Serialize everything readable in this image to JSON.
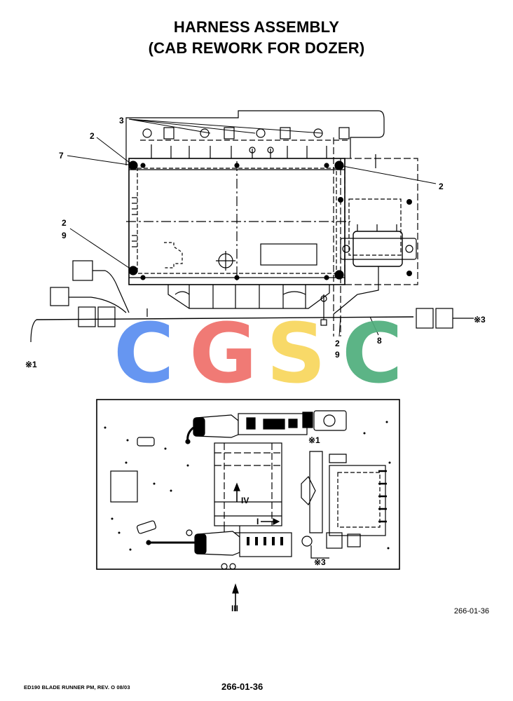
{
  "title": {
    "line1": "HARNESS ASSEMBLY",
    "line2": "(CAB REWORK FOR DOZER)"
  },
  "callouts": {
    "c3": "3",
    "c2_top": "2",
    "c7": "7",
    "c2_right": "2",
    "c2_left": "2",
    "c9_left": "9",
    "c2_mid": "2",
    "c9_mid": "9",
    "c8": "8",
    "ref1_top": "※1",
    "ref3_top": "※3",
    "ref1_bottom": "※1",
    "ref3_bottom": "※3",
    "view_iv": "IV",
    "view_i": "I",
    "view_iii": "III"
  },
  "watermark": {
    "letters": [
      "C",
      "G",
      "S",
      "C"
    ],
    "colors": [
      "#5a8ef0",
      "#ef6f6a",
      "#f8d65c",
      "#4fae7c"
    ]
  },
  "figure_code": "266-01-36",
  "footer": {
    "left": "ED190 BLADE RUNNER PM, REV. O 08/03",
    "center": "266-01-36"
  }
}
